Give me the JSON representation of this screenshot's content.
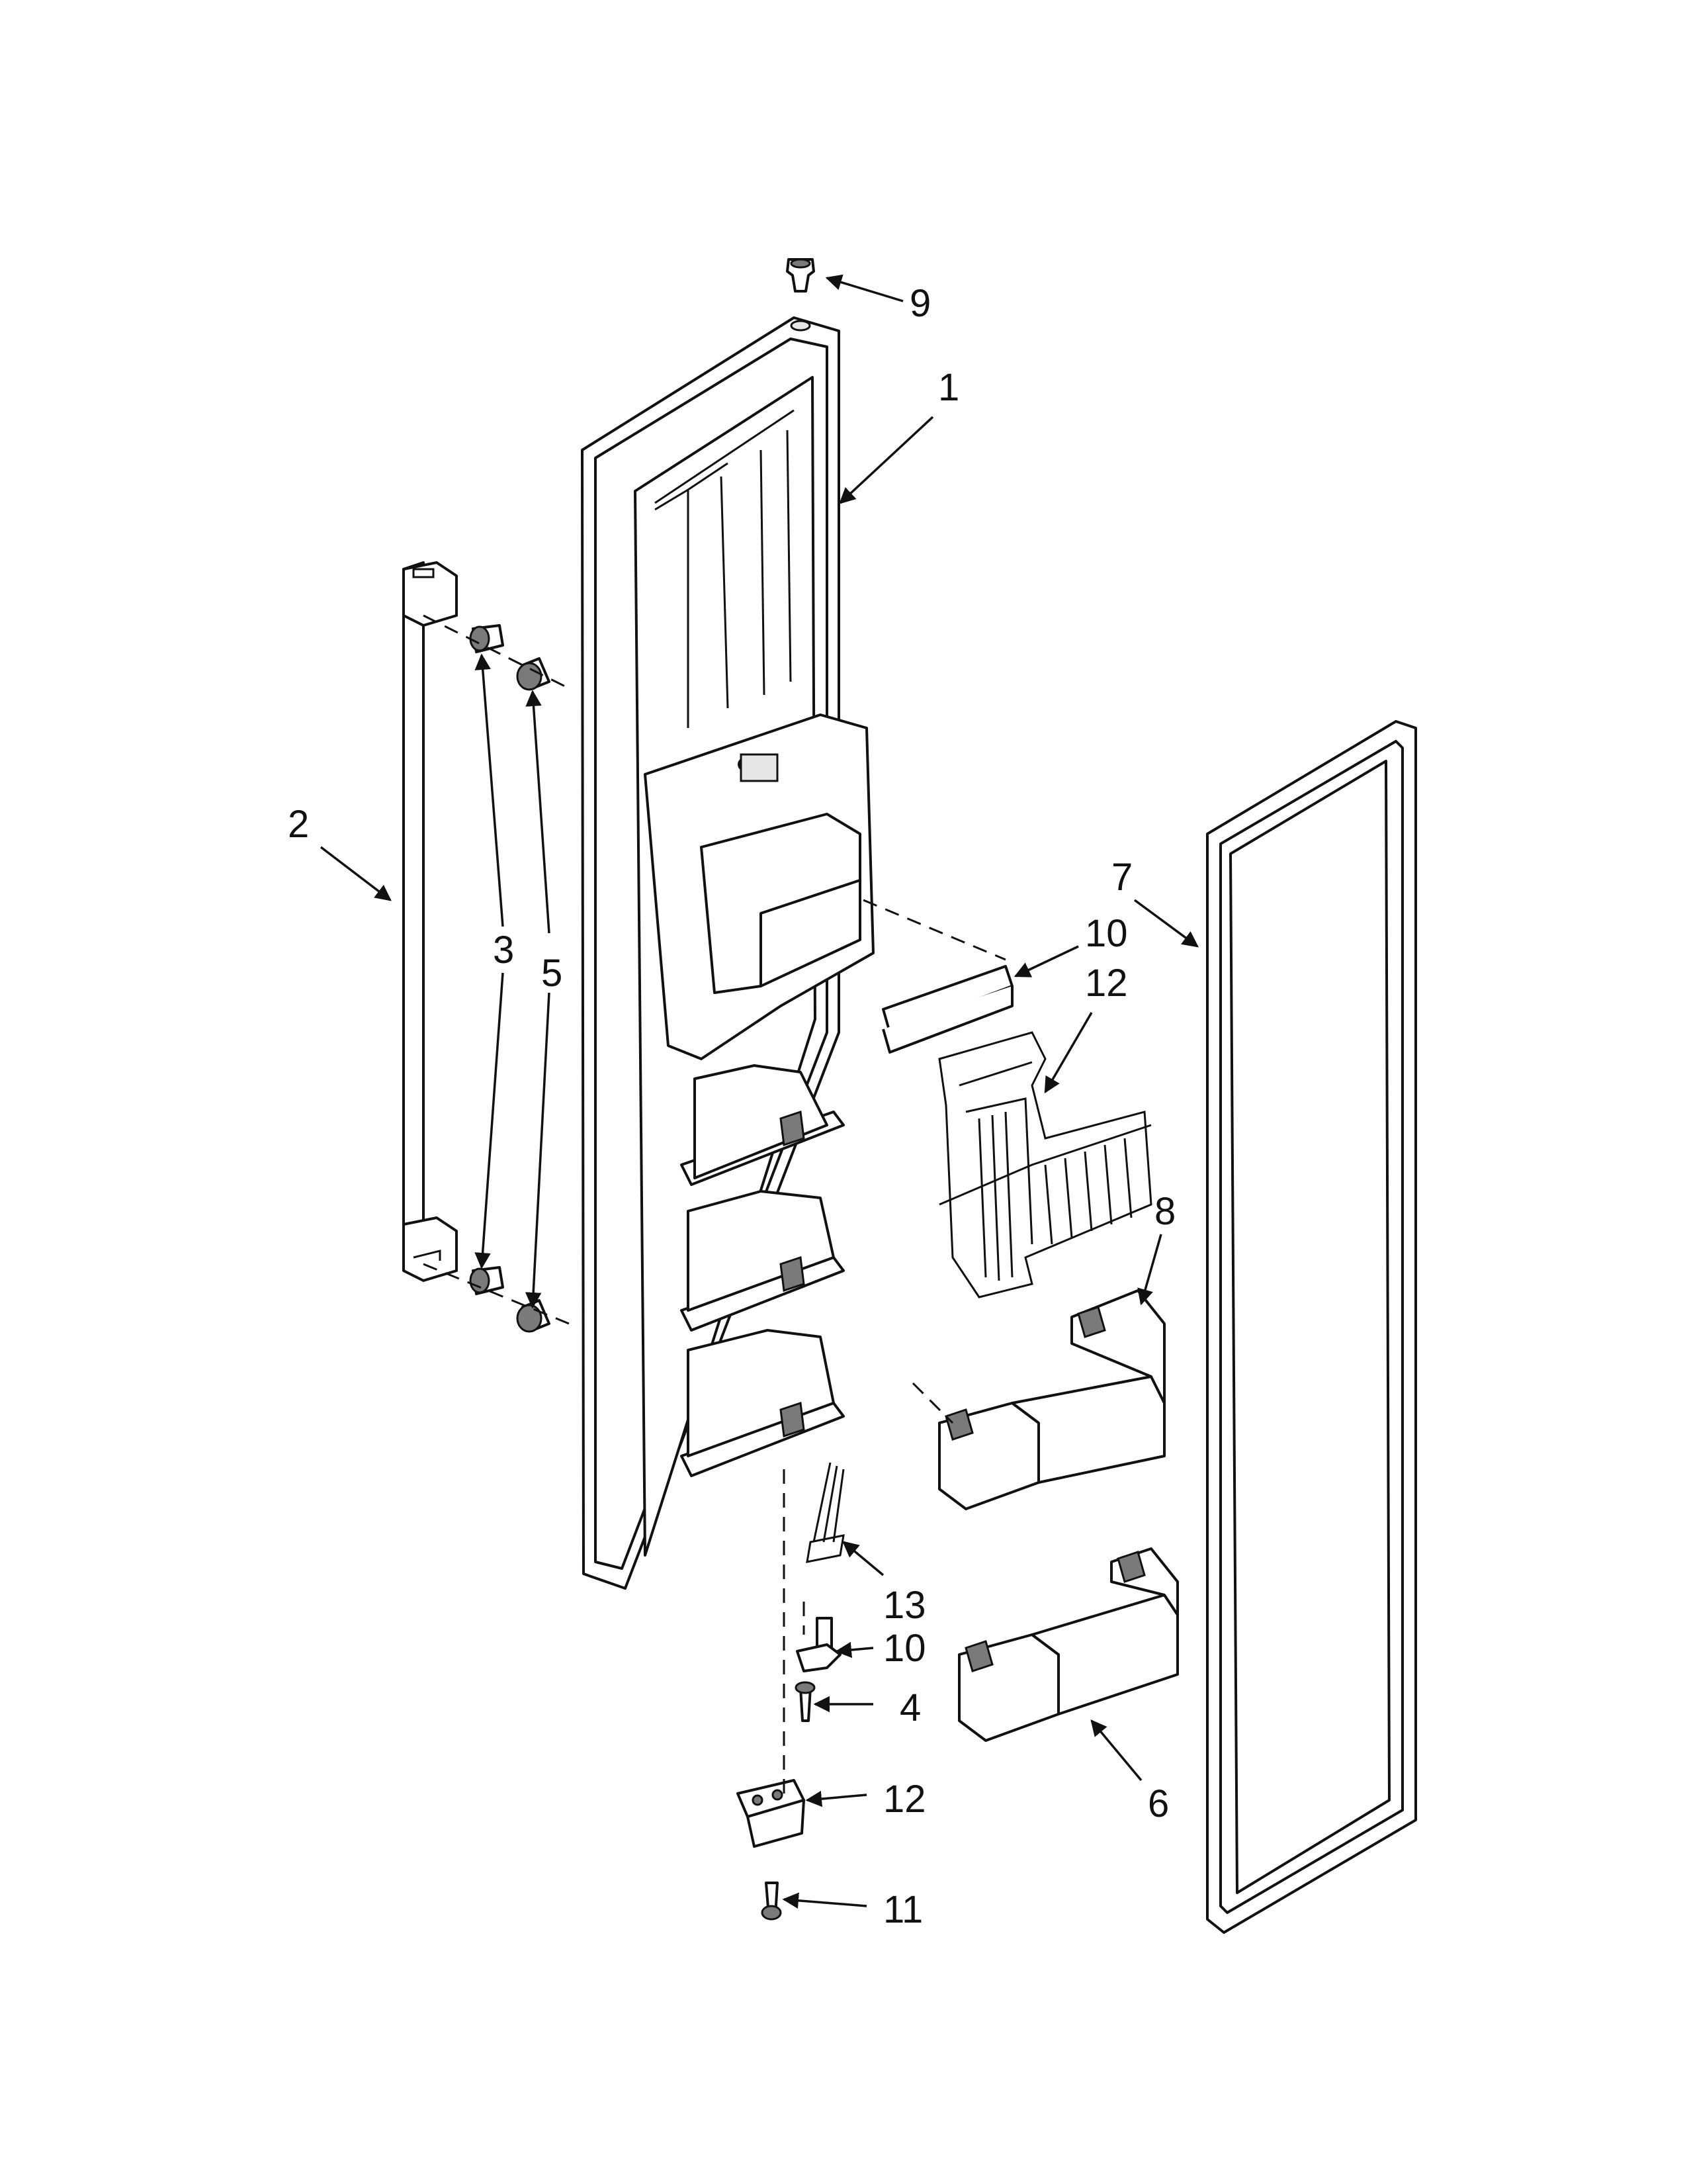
{
  "callouts": {
    "c9": "9",
    "c1": "1",
    "c2": "2",
    "c3": "3",
    "c5": "5",
    "c7": "7",
    "c10a": "10",
    "c12a": "12",
    "c8": "8",
    "c13": "13",
    "c10b": "10",
    "c4": "4",
    "c6": "6",
    "c12b": "12",
    "c11": "11"
  }
}
